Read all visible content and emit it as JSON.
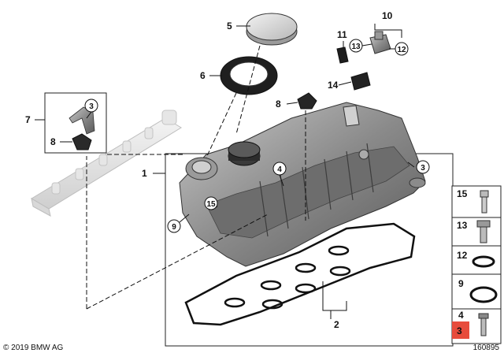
{
  "diagram": {
    "callouts": {
      "c1": "1",
      "c2": "2",
      "c3a": "3",
      "c3b": "3",
      "c4": "4",
      "c5": "5",
      "c6": "6",
      "c7": "7",
      "c8a": "8",
      "c8b": "8",
      "c9": "9",
      "c10": "10",
      "c11": "11",
      "c12": "12",
      "c13": "13",
      "c14": "14",
      "c15": "15"
    },
    "legend": [
      "15",
      "13",
      "12",
      "9",
      "4",
      "3"
    ],
    "copyright": "© 2019 BMW AG",
    "image_number": "160895"
  }
}
